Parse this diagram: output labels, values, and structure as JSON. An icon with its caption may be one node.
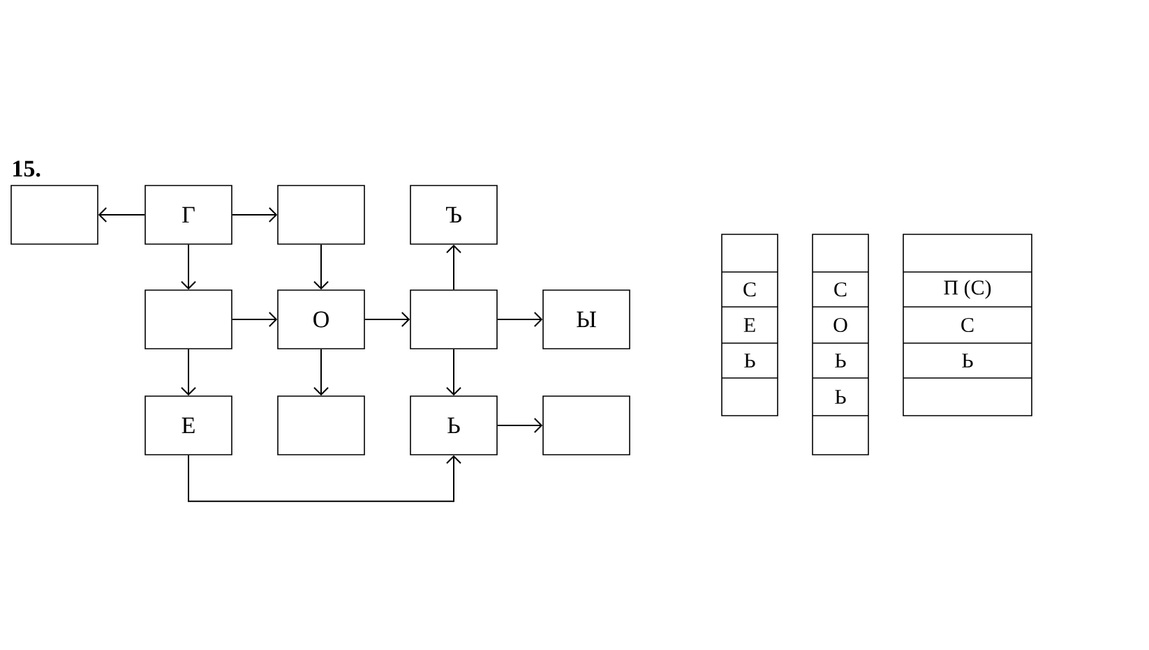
{
  "diagram": {
    "nodes": [
      {
        "text": [],
        "shape": "box"
      },
      {
        "text": [
          "Г"
        ]
      },
      {
        "text": [],
        "shape": "box"
      },
      {
        "text": [
          "Ъ"
        ]
      },
      {
        "text": [],
        "shape": "box"
      },
      {
        "text": [
          "О"
        ]
      },
      {
        "text": [],
        "shape": "box"
      },
      {
        "text": [
          "Ы"
        ]
      },
      {
        "text": [
          "Е"
        ]
      },
      {
        "text": [],
        "shape": "box"
      },
      {
        "text": [
          "Ь"
        ]
      },
      {
        "text": [],
        "shape": "box"
      }
    ],
    "edges": [
      {
        "from": 1,
        "to": 0,
        "arrow": "to"
      },
      {
        "from": 1,
        "to": 2,
        "arrow": "to"
      },
      {
        "from": 1,
        "to": 4,
        "arrow": "to"
      },
      {
        "from": 2,
        "to": 5,
        "arrow": "to"
      },
      {
        "from": 6,
        "to": 3,
        "arrow": "to"
      },
      {
        "from": 4,
        "to": 5,
        "arrow": "to"
      },
      {
        "from": 5,
        "to": 6,
        "arrow": "to"
      },
      {
        "from": 6,
        "to": 7,
        "arrow": "to"
      },
      {
        "from": 4,
        "to": 8,
        "arrow": "to"
      },
      {
        "from": 5,
        "to": 9,
        "arrow": "to"
      },
      {
        "from": 6,
        "to": 10,
        "arrow": "to"
      },
      {
        "from": 10,
        "to": 11,
        "arrow": "to"
      },
      {
        "from": 8,
        "to": 10,
        "arrow": "to"
      }
    ],
    "labels": [
      "15.",
      "С",
      "С",
      "П (С)",
      "Е",
      "О",
      "С",
      "Ь",
      "Ь",
      "Ь",
      "Ь"
    ]
  }
}
